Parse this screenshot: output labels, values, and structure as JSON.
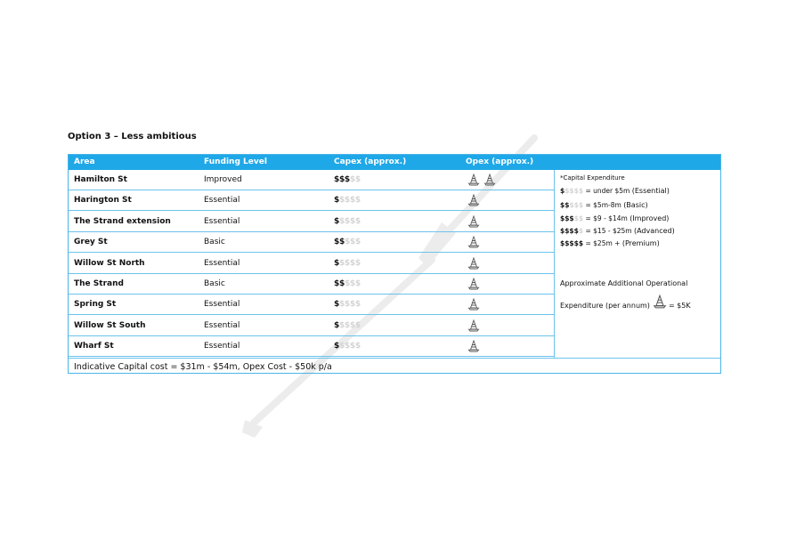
{
  "title": "Option 3 – Less ambitious",
  "table": {
    "headers": [
      "Area",
      "Funding Level",
      "Capex (approx.)",
      "Opex (approx.)"
    ],
    "rows": [
      {
        "area": "Hamilton St",
        "level": "Improved",
        "capex": 3,
        "opex": 2
      },
      {
        "area": "Harington St",
        "level": "Essential",
        "capex": 1,
        "opex": 1
      },
      {
        "area": "The Strand extension",
        "level": "Essential",
        "capex": 1,
        "opex": 1
      },
      {
        "area": "Grey St",
        "level": "Basic",
        "capex": 2,
        "opex": 1
      },
      {
        "area": "Willow St North",
        "level": "Essential",
        "capex": 1,
        "opex": 1
      },
      {
        "area": "The Strand",
        "level": "Basic",
        "capex": 2,
        "opex": 1
      },
      {
        "area": "Spring St",
        "level": "Essential",
        "capex": 1,
        "opex": 1
      },
      {
        "area": "Willow St South",
        "level": "Essential",
        "capex": 1,
        "opex": 1
      },
      {
        "area": "Wharf St",
        "level": "Essential",
        "capex": 1,
        "opex": 1
      }
    ],
    "capex_max": 5,
    "footer": "Indicative Capital cost = $31m - $54m, Opex Cost - $50k p/a"
  },
  "legend": {
    "title": "*Capital Expenditure",
    "items": [
      {
        "filled": 1,
        "range": "= under $5m",
        "label": "(Essential)"
      },
      {
        "filled": 2,
        "range": "= $5m-8m",
        "label": "(Basic)"
      },
      {
        "filled": 3,
        "range": "= $9 - $14m",
        "label": "(Improved)"
      },
      {
        "filled": 4,
        "range": "= $15 - $25m",
        "label": "(Advanced)"
      },
      {
        "filled": 5,
        "range": "= $25m +",
        "label": "(Premium)"
      }
    ],
    "opex_line1": "Approximate Additional Operational",
    "opex_line2": "Expenditure (per annum)",
    "opex_value": "= $5K"
  },
  "colors": {
    "header": "#1fa8e8",
    "border": "#6cc3ec",
    "dollar_off": "#d4d4d4"
  },
  "icon": "traffic-cone-icon"
}
